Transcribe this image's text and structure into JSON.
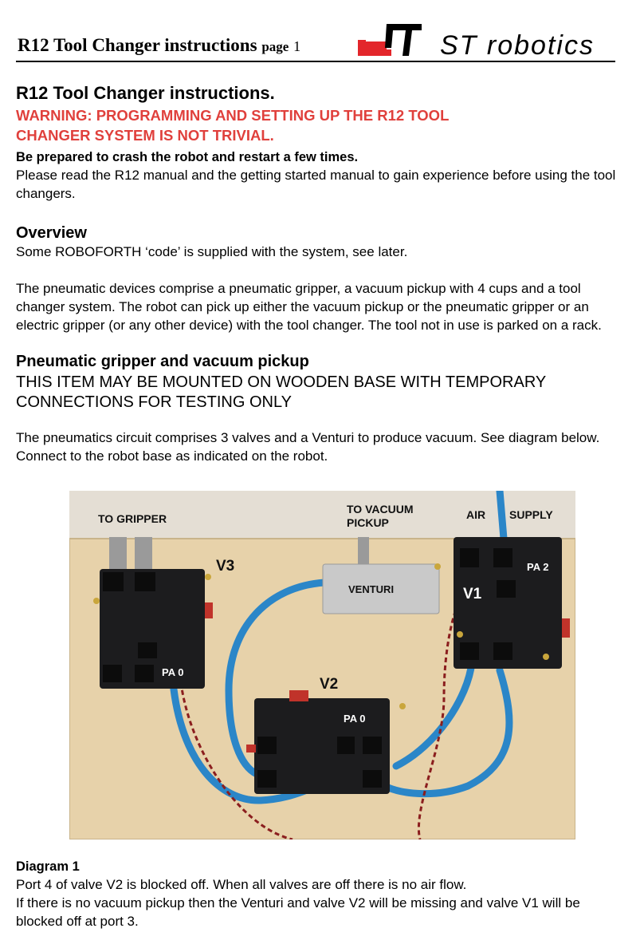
{
  "header": {
    "title": "R12 Tool Changer instructions",
    "page_word": "page",
    "page_number": "1",
    "brand": "ST robotics",
    "logo": "st-robotics-logo"
  },
  "intro": {
    "title": "R12 Tool Changer instructions.",
    "warning_line1": "WARNING: PROGRAMMING AND SETTING UP THE R12 TOOL",
    "warning_line2": "CHANGER SYSTEM IS NOT TRIVIAL.",
    "bold_line": "Be prepared to crash the robot and restart a few times.",
    "paragraph": "Please read the R12 manual and the getting started manual to gain experience before using the tool changers."
  },
  "overview": {
    "heading": "Overview",
    "p1": "Some ROBOFORTH ‘code’ is supplied with the system, see later.",
    "p2": "The pneumatic devices comprise a pneumatic gripper, a vacuum pickup with 4 cups and a tool changer system. The robot can pick up either the vacuum pickup or the pneumatic gripper or an electric gripper (or any other device) with the tool changer. The tool not in use is parked on a rack."
  },
  "pneumatic": {
    "heading": "Pneumatic gripper and vacuum pickup",
    "caps_line1": "THIS ITEM MAY BE MOUNTED ON WOODEN BASE WITH TEMPORARY",
    "caps_line2": "CONNECTIONS FOR TESTING ONLY",
    "paragraph": "The pneumatics circuit comprises 3 valves and a Venturi to produce vacuum. See diagram below. Connect to the robot base as indicated on the robot."
  },
  "photo": {
    "label_to_gripper": "TO GRIPPER",
    "label_to_vacuum_line1": "TO VACUUM",
    "label_to_vacuum_line2": "PICKUP",
    "label_air": "AIR",
    "label_supply": "SUPPLY",
    "label_v3": "V3",
    "label_v2": "V2",
    "label_v1": "V1",
    "label_venturi": "VENTURI",
    "label_pa0_left": "PA 0",
    "label_pa0_mid": "PA 0",
    "label_pa2": "PA 2"
  },
  "caption": {
    "title": "Diagram 1",
    "line1": "Port 4 of valve V2 is blocked off. When all valves are off there is no air flow.",
    "line2": "If there is no vacuum pickup then the Venturi and valve V2 will be missing and valve V1 will be blocked off at port 3."
  }
}
